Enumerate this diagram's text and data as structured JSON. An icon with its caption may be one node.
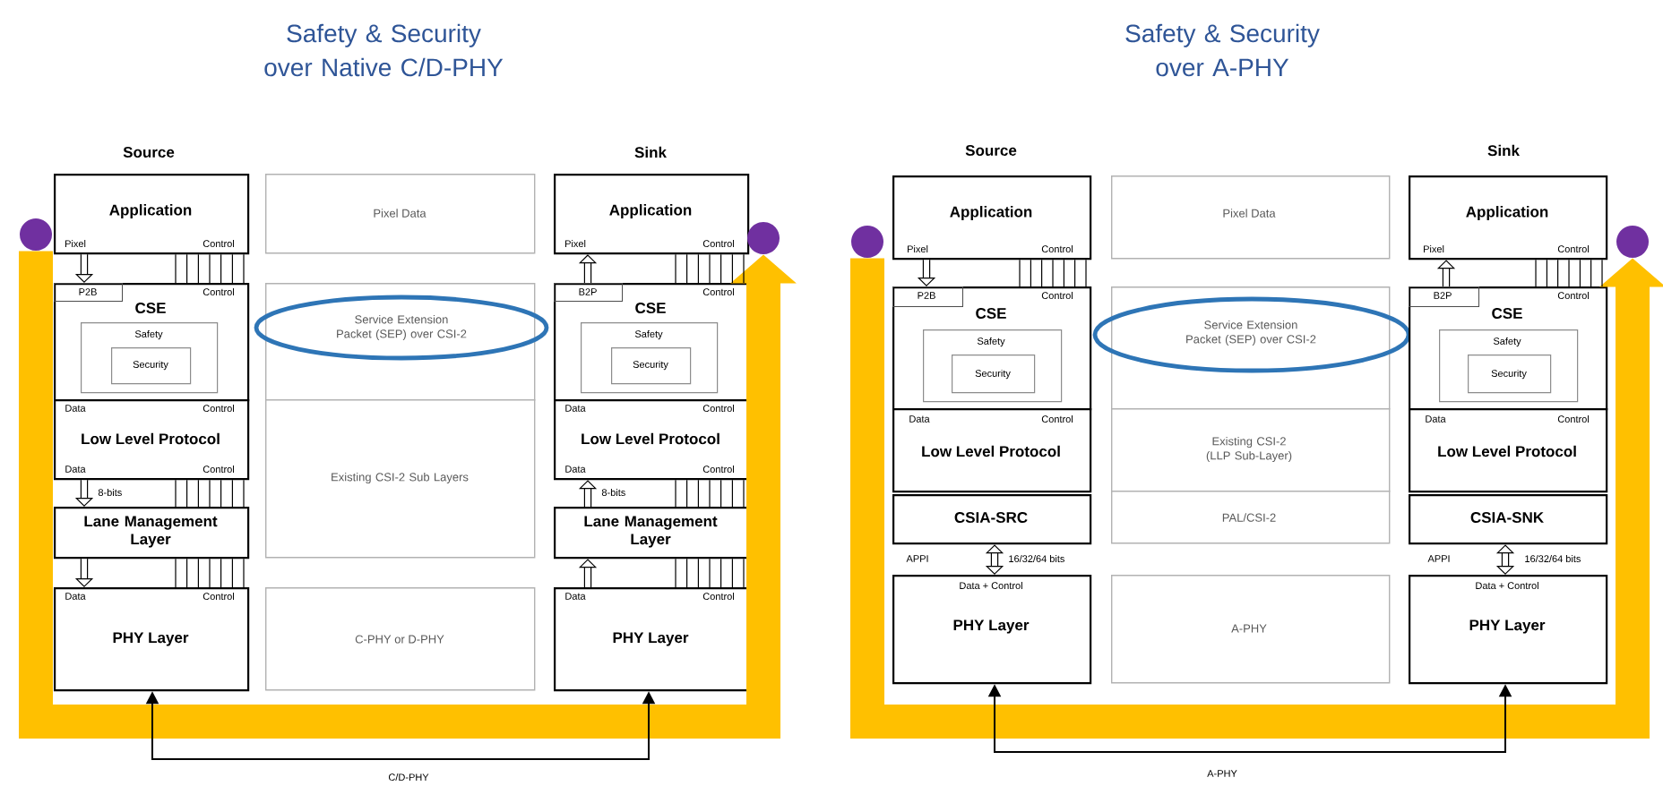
{
  "diagram": {
    "nodes": [
      {
        "text": [
          "Application",
          "Pixel",
          "Control"
        ]
      },
      {
        "text": [
          "CSE",
          "Control"
        ]
      },
      {
        "text": [
          "P2B"
        ],
        "in": 1
      },
      {
        "text": [
          "Safety"
        ],
        "in": 1
      },
      {
        "text": [
          "Security"
        ],
        "in": 3
      },
      {
        "text": [
          "Data",
          "Control",
          "Low Level Protocol",
          "Data",
          "Control"
        ]
      },
      {
        "text": [
          "Lane Management Layer"
        ]
      },
      {
        "text": [
          "Data",
          "Control",
          "PHY Layer"
        ]
      },
      {
        "text": [
          "Pixel Data"
        ]
      },
      {
        "text": [],
        "shape": "box"
      },
      {
        "text": [
          "Service Extension Packet (SEP) over CSI-2"
        ]
      },
      {
        "text": [
          "Existing CSI-2 Sub Layers"
        ]
      },
      {
        "text": [
          "C-PHY or D-PHY"
        ]
      },
      {
        "text": [
          "Application",
          "Pixel",
          "Control"
        ]
      },
      {
        "text": [
          "CSE",
          "Control"
        ]
      },
      {
        "text": [
          "B2P"
        ],
        "in": 14
      },
      {
        "text": [
          "Safety"
        ],
        "in": 14
      },
      {
        "text": [
          "Security"
        ],
        "in": 16
      },
      {
        "text": [
          "Data",
          "Control",
          "Low Level Protocol",
          "Data",
          "Control"
        ]
      },
      {
        "text": [
          "Lane Management Layer"
        ]
      },
      {
        "text": [
          "Data",
          "Control",
          "PHY Layer"
        ]
      },
      {
        "text": [],
        "shape": "circle"
      },
      {
        "text": [],
        "shape": "circle"
      },
      {
        "text": [
          "Application",
          "Pixel",
          "Control"
        ]
      },
      {
        "text": [
          "CSE",
          "Control"
        ]
      },
      {
        "text": [
          "P2B"
        ],
        "in": 24
      },
      {
        "text": [
          "Safety"
        ],
        "in": 24
      },
      {
        "text": [
          "Security"
        ],
        "in": 26
      },
      {
        "text": [
          "Data",
          "Control",
          "Low Level Protocol"
        ]
      },
      {
        "text": [
          "CSIA-SRC"
        ]
      },
      {
        "text": [
          "Data + Control",
          "PHY Layer"
        ]
      },
      {
        "text": [
          "Pixel Data"
        ]
      },
      {
        "text": [],
        "shape": "box"
      },
      {
        "text": [
          "Service Extension Packet (SEP) over CSI-2"
        ]
      },
      {
        "text": [
          "Existing CSI-2 (LLP Sub-Layer)"
        ]
      },
      {
        "text": [
          "PAL/CSI-2"
        ]
      },
      {
        "text": [
          "A-PHY"
        ]
      },
      {
        "text": [
          "Application",
          "Pixel",
          "Control"
        ]
      },
      {
        "text": [
          "CSE",
          "Control"
        ]
      },
      {
        "text": [
          "B2P"
        ],
        "in": 38
      },
      {
        "text": [
          "Safety"
        ],
        "in": 38
      },
      {
        "text": [
          "Security"
        ],
        "in": 40
      },
      {
        "text": [
          "Data",
          "Control",
          "Low Level Protocol"
        ]
      },
      {
        "text": [
          "CSIA-SNK"
        ]
      },
      {
        "text": [
          "Data + Control",
          "PHY Layer"
        ]
      },
      {
        "text": [],
        "shape": "circle"
      },
      {
        "text": [],
        "shape": "circle"
      }
    ],
    "edges": [
      {
        "from": 0,
        "to": 1,
        "arrow": "to"
      },
      {
        "from": 5,
        "to": 6,
        "arrow": "to",
        "label": "8-bits"
      },
      {
        "from": 6,
        "to": 7,
        "arrow": "to"
      },
      {
        "from": 14,
        "to": 13,
        "arrow": "to"
      },
      {
        "from": 19,
        "to": 18,
        "arrow": "to",
        "label": "8-bits"
      },
      {
        "from": 20,
        "to": 19,
        "arrow": "to"
      },
      {
        "from": 7,
        "to": 20,
        "arrow": "both",
        "label": "C/D-PHY"
      },
      {
        "from": 21,
        "to": 22,
        "arrow": "to",
        "style": "thick",
        "color": "#ffc000"
      },
      {
        "from": 23,
        "to": 24,
        "arrow": "to"
      },
      {
        "from": 29,
        "to": 30,
        "arrow": "both",
        "label": "16/32/64 bits"
      },
      {
        "from": 43,
        "to": 44,
        "arrow": "both",
        "label": "16/32/64 bits"
      },
      {
        "from": 38,
        "to": 37,
        "arrow": "to"
      },
      {
        "from": 30,
        "to": 44,
        "arrow": "both",
        "label": "A-PHY"
      },
      {
        "from": 45,
        "to": 46,
        "arrow": "to",
        "style": "thick",
        "color": "#ffc000"
      },
      {
        "from": 0,
        "to": 1,
        "arrow": "none"
      },
      {
        "from": 5,
        "to": 6,
        "arrow": "none"
      },
      {
        "from": 6,
        "to": 7,
        "arrow": "none"
      },
      {
        "from": 13,
        "to": 14,
        "arrow": "none"
      },
      {
        "from": 18,
        "to": 19,
        "arrow": "none"
      },
      {
        "from": 19,
        "to": 20,
        "arrow": "none"
      },
      {
        "from": 23,
        "to": 24,
        "arrow": "none"
      },
      {
        "from": 37,
        "to": 38,
        "arrow": "none"
      }
    ],
    "labels": [
      "Safety & Security over Native C/D-PHY",
      "Source",
      "Sink",
      "Safety & Security over A-PHY",
      "Source",
      "Sink",
      "APPI",
      "APPI"
    ]
  }
}
